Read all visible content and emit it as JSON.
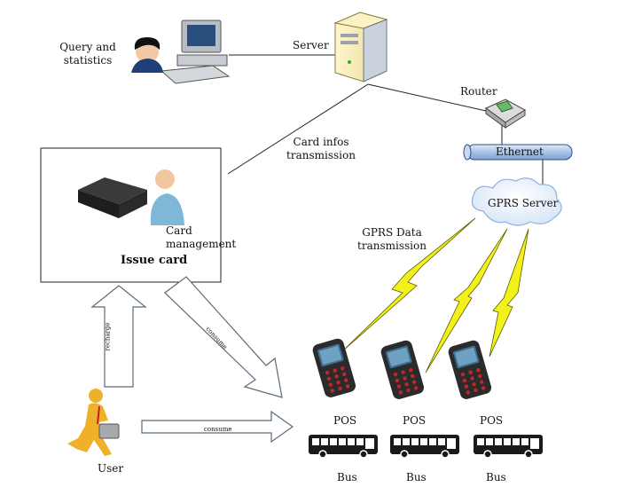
{
  "labels": {
    "query": "Query and\nstatistics",
    "server": "Server",
    "router": "Router",
    "ethernet": "Ethernet",
    "card_infos": "Card infos\ntransmission",
    "gprs_server": "GPRS Server",
    "gprs_data": "GPRS Data\ntransmission",
    "card_management": "Card\nmanagement",
    "issue_card": "Issue card",
    "user": "User",
    "recharge": "recharge",
    "consume_diag": "consume",
    "consume_h": "consume",
    "pos": [
      "POS",
      "POS",
      "POS"
    ],
    "bus": [
      "Bus",
      "Bus",
      "Bus"
    ]
  },
  "colors": {
    "lightning": "#f2f21a",
    "pipe": "#a9c3e6",
    "user_figure": "#f0b12a",
    "arrow_fill": "#ffffff",
    "arrow_stroke": "#5a6a7a"
  },
  "icons": [
    "person-at-computer-icon",
    "server-tower-icon",
    "router-icon",
    "cloud-icon",
    "card-reader-icon",
    "operator-icon",
    "walking-user-icon",
    "pos-terminal-icon",
    "bus-icon"
  ]
}
